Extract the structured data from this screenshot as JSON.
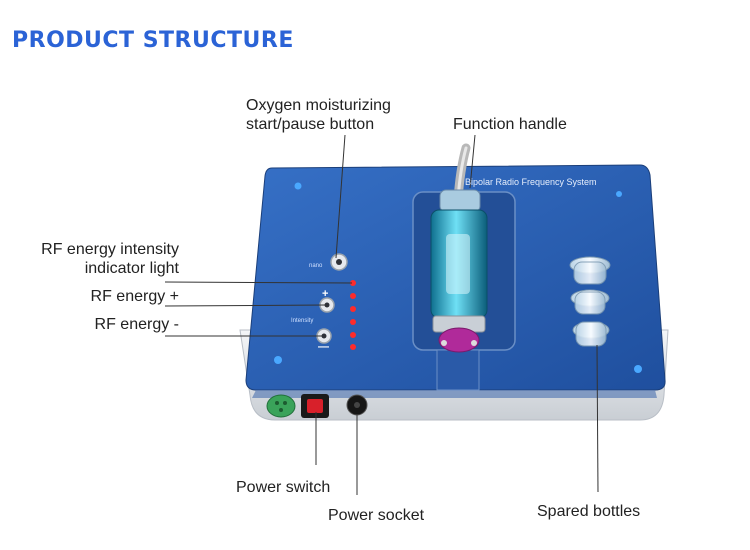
{
  "title": "PRODUCT STRUCTURE",
  "device": {
    "panel_label": "Bipolar Radio Frequency System",
    "nano_label": "nano",
    "intensity_label": "Intensity",
    "plus_symbol": "+",
    "minus_symbol": "—"
  },
  "callouts": {
    "oxygen_button": [
      "Oxygen moisturizing",
      "start/pause button"
    ],
    "function_handle": "Function handle",
    "rf_indicator": [
      "RF energy intensity",
      "indicator light"
    ],
    "rf_plus": "RF energy +",
    "rf_minus": "RF energy -",
    "power_switch": "Power switch",
    "power_socket": "Power socket",
    "spared_bottles": "Spared bottles"
  },
  "colors": {
    "heading": "#2b63d6",
    "panel": "#2a5fb4",
    "indicator_led": "#ff2b2b",
    "corner_led": "#4aa8ff"
  }
}
